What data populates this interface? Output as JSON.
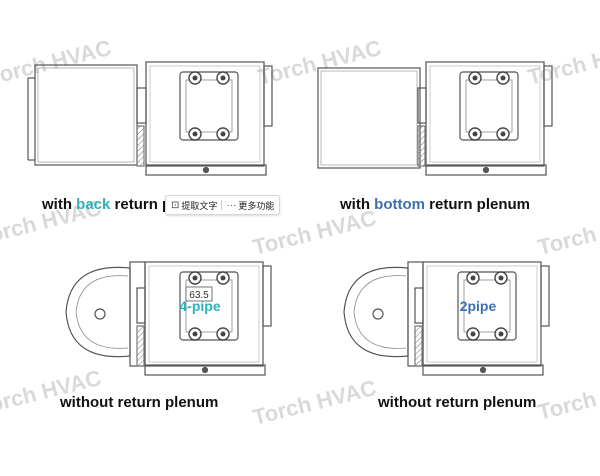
{
  "watermark": "Torch HVAC",
  "captions": {
    "top_left": {
      "pre": "with ",
      "highlight": "back",
      "post": " return plenum"
    },
    "top_right": {
      "pre": "with ",
      "highlight": "bottom",
      "post": " return plenum"
    },
    "bottom_left": "without return plenum",
    "bottom_right": "without return plenum"
  },
  "labels": {
    "dimension": "63.5",
    "pipe_4": "4-pipe",
    "pipe_2": "2pipe"
  },
  "toolbar": {
    "extract_label": "提取文字",
    "more_label": "更多功能"
  },
  "colors": {
    "teal": "#2cb3b8",
    "blue": "#3e6fb0",
    "line": "#555555",
    "watermark": "#d9d9d9"
  }
}
